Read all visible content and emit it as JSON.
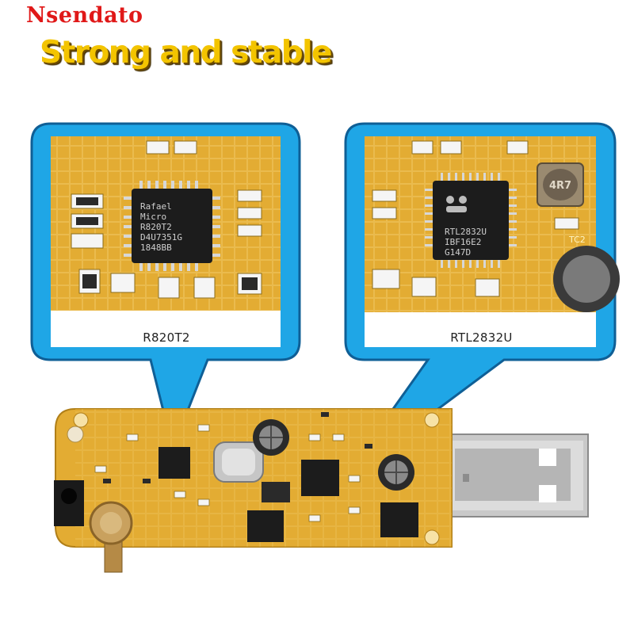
{
  "header": {
    "brand": "Nsendato",
    "tagline": "Strong and stable"
  },
  "callouts": [
    {
      "label": "R820T2",
      "chip_lines": [
        "Rafael",
        "Micro",
        "R820T2",
        "D4U7351G",
        "1848BB"
      ]
    },
    {
      "label": "RTL2832U",
      "chip_lines": [
        "RTL2832U",
        "IBF16E2",
        "G147D"
      ]
    }
  ],
  "board_marks": {
    "inductor": "4R7",
    "cap": "TC2"
  },
  "colors": {
    "bubble": "#1fa6e6",
    "pcb": "#e8b33a",
    "chip": "#1c1c1c",
    "brand": "#e01818",
    "tagline": "#f3c400"
  }
}
